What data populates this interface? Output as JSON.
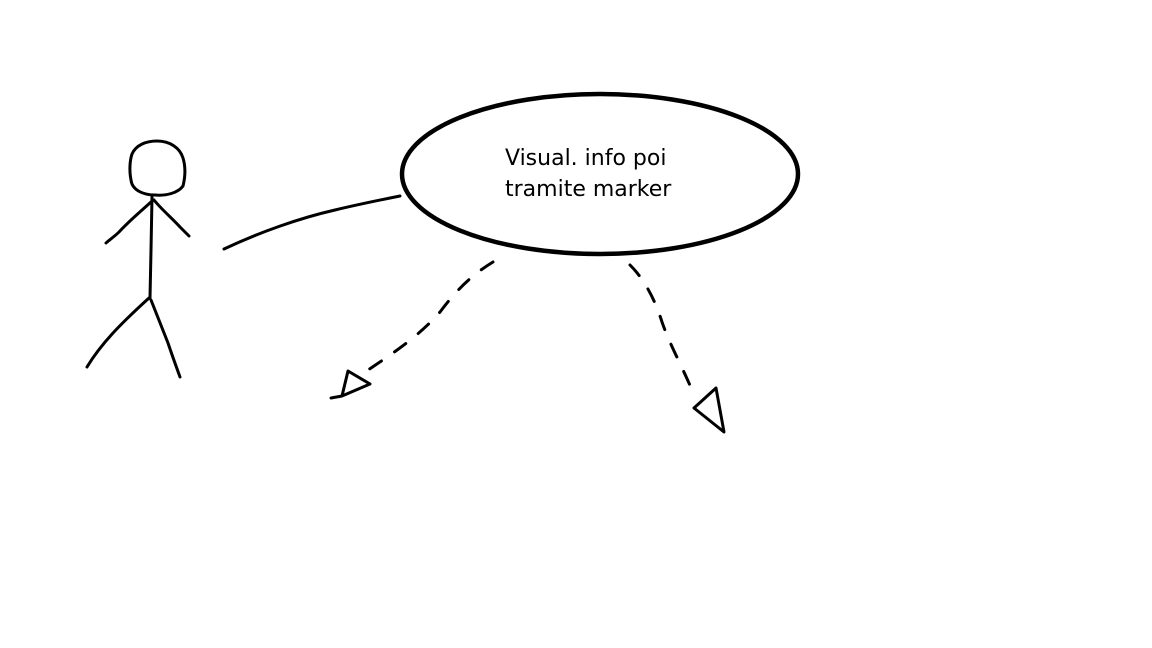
{
  "usecase": {
    "label_line_1": "Visual. info poi",
    "label_line_2": "tramite marker"
  },
  "colors": {
    "ink": "#000000",
    "background": "#ffffff"
  },
  "icons": {
    "actor": "stick-figure",
    "arrow_heads": "open-triangle"
  }
}
